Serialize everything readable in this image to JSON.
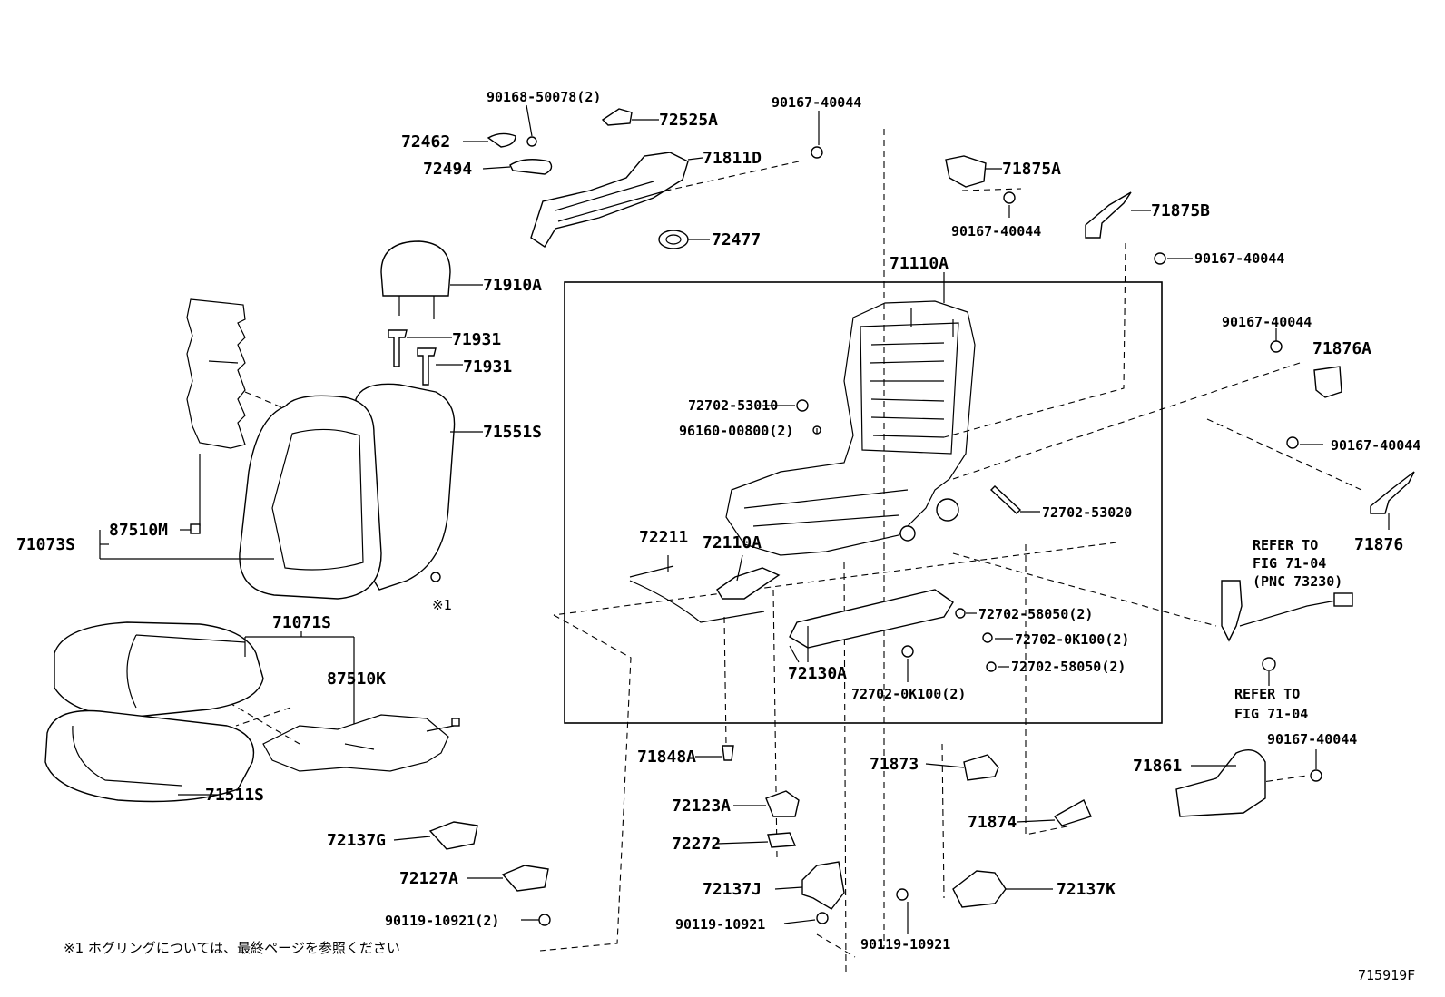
{
  "diagram_id": "715919F",
  "note": "※1  ホグリングについては、最終ページを参照ください",
  "note_mark": "※1",
  "labels": {
    "p90168": "90168-50078(2)",
    "p72525A": "72525A",
    "p72462": "72462",
    "p72494": "72494",
    "p71811D": "71811D",
    "p72477": "72477",
    "p90167_top": "90167-40044",
    "p71875A": "71875A",
    "p90167_a": "90167-40044",
    "p71875B": "71875B",
    "p90167_b": "90167-40044",
    "p71910A": "71910A",
    "p71931_1": "71931",
    "p71931_2": "71931",
    "p71110A": "71110A",
    "p71551S": "71551S",
    "p90167_c": "90167-40044",
    "p71876A": "71876A",
    "p72702_53010": "72702-53010",
    "p96160": "96160-00800(2)",
    "p90167_d": "90167-40044",
    "p87510M": "87510M",
    "p71073S": "71073S",
    "p72702_53020": "72702-53020",
    "p72211": "72211",
    "p72110A": "72110A",
    "p71876": "71876",
    "refer1_a": "REFER TO",
    "refer1_b": "FIG 71-04",
    "refer1_c": "(PNC 73230)",
    "p71071S": "71071S",
    "p72702_58050_1": "72702-58050(2)",
    "p72702_0K100_1": "72702-0K100(2)",
    "p72702_58050_2": "72702-58050(2)",
    "p87510K": "87510K",
    "p72130A": "72130A",
    "p72702_0K100_2": "72702-0K100(2)",
    "refer2_a": "REFER TO",
    "refer2_b": "FIG 71-04",
    "p90167_e": "90167-40044",
    "p71848A": "71848A",
    "p71873": "71873",
    "p71861": "71861",
    "p71511S": "71511S",
    "p72123A": "72123A",
    "p71874": "71874",
    "p72137G": "72137G",
    "p72272": "72272",
    "p72127A": "72127A",
    "p72137J": "72137J",
    "p72137K": "72137K",
    "p90119_2": "90119-10921(2)",
    "p90119_a": "90119-10921",
    "p90119_b": "90119-10921"
  }
}
